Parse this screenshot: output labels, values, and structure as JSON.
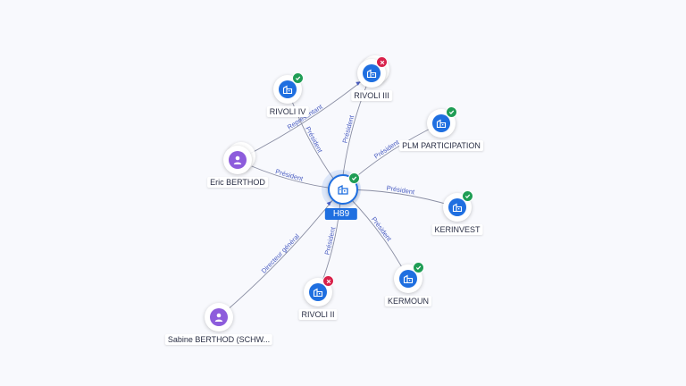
{
  "hub": {
    "label": "H89",
    "status": "ok",
    "icon": "building-icon"
  },
  "nodes": [
    {
      "id": "rivoli-iv",
      "label": "RIVOLI IV",
      "kind": "company",
      "status": "ok"
    },
    {
      "id": "rivoli-iii",
      "label": "RIVOLI III",
      "kind": "company",
      "status": "ko"
    },
    {
      "id": "plm-participation",
      "label": "PLM PARTICIPATION",
      "kind": "company",
      "status": "ok"
    },
    {
      "id": "kerinvest",
      "label": "KERINVEST",
      "kind": "company",
      "status": "ok"
    },
    {
      "id": "kermoun",
      "label": "KERMOUN",
      "kind": "company",
      "status": "ok"
    },
    {
      "id": "rivoli-ii",
      "label": "RIVOLI II",
      "kind": "company",
      "status": "ko"
    },
    {
      "id": "eric-berthod",
      "label": "Eric BERTHOD",
      "kind": "person",
      "status": ""
    },
    {
      "id": "sabine-berthod",
      "label": "Sabine BERTHOD (SCHW...",
      "kind": "person",
      "status": ""
    }
  ],
  "edges": [
    {
      "from": "rivoli-iv",
      "label": "Président"
    },
    {
      "from": "rivoli-iii",
      "label": "Président"
    },
    {
      "from": "plm-participation",
      "label": "Président"
    },
    {
      "from": "kerinvest",
      "label": "Président"
    },
    {
      "from": "kermoun",
      "label": "Président"
    },
    {
      "from": "rivoli-ii",
      "label": "Président"
    },
    {
      "from": "eric-berthod",
      "label": "Président"
    },
    {
      "from": "sabine-berthod",
      "label": "Directeur général"
    },
    {
      "from": "eric-berthod",
      "to": "rivoli-iii",
      "label": "Représentant"
    }
  ],
  "colors": {
    "company": "#1f6fe0",
    "person": "#8d5cdc",
    "ok": "#1f9d55",
    "ko": "#d8214a",
    "edge": "#8a8ea3",
    "edge_label": "#4b5ec2"
  }
}
